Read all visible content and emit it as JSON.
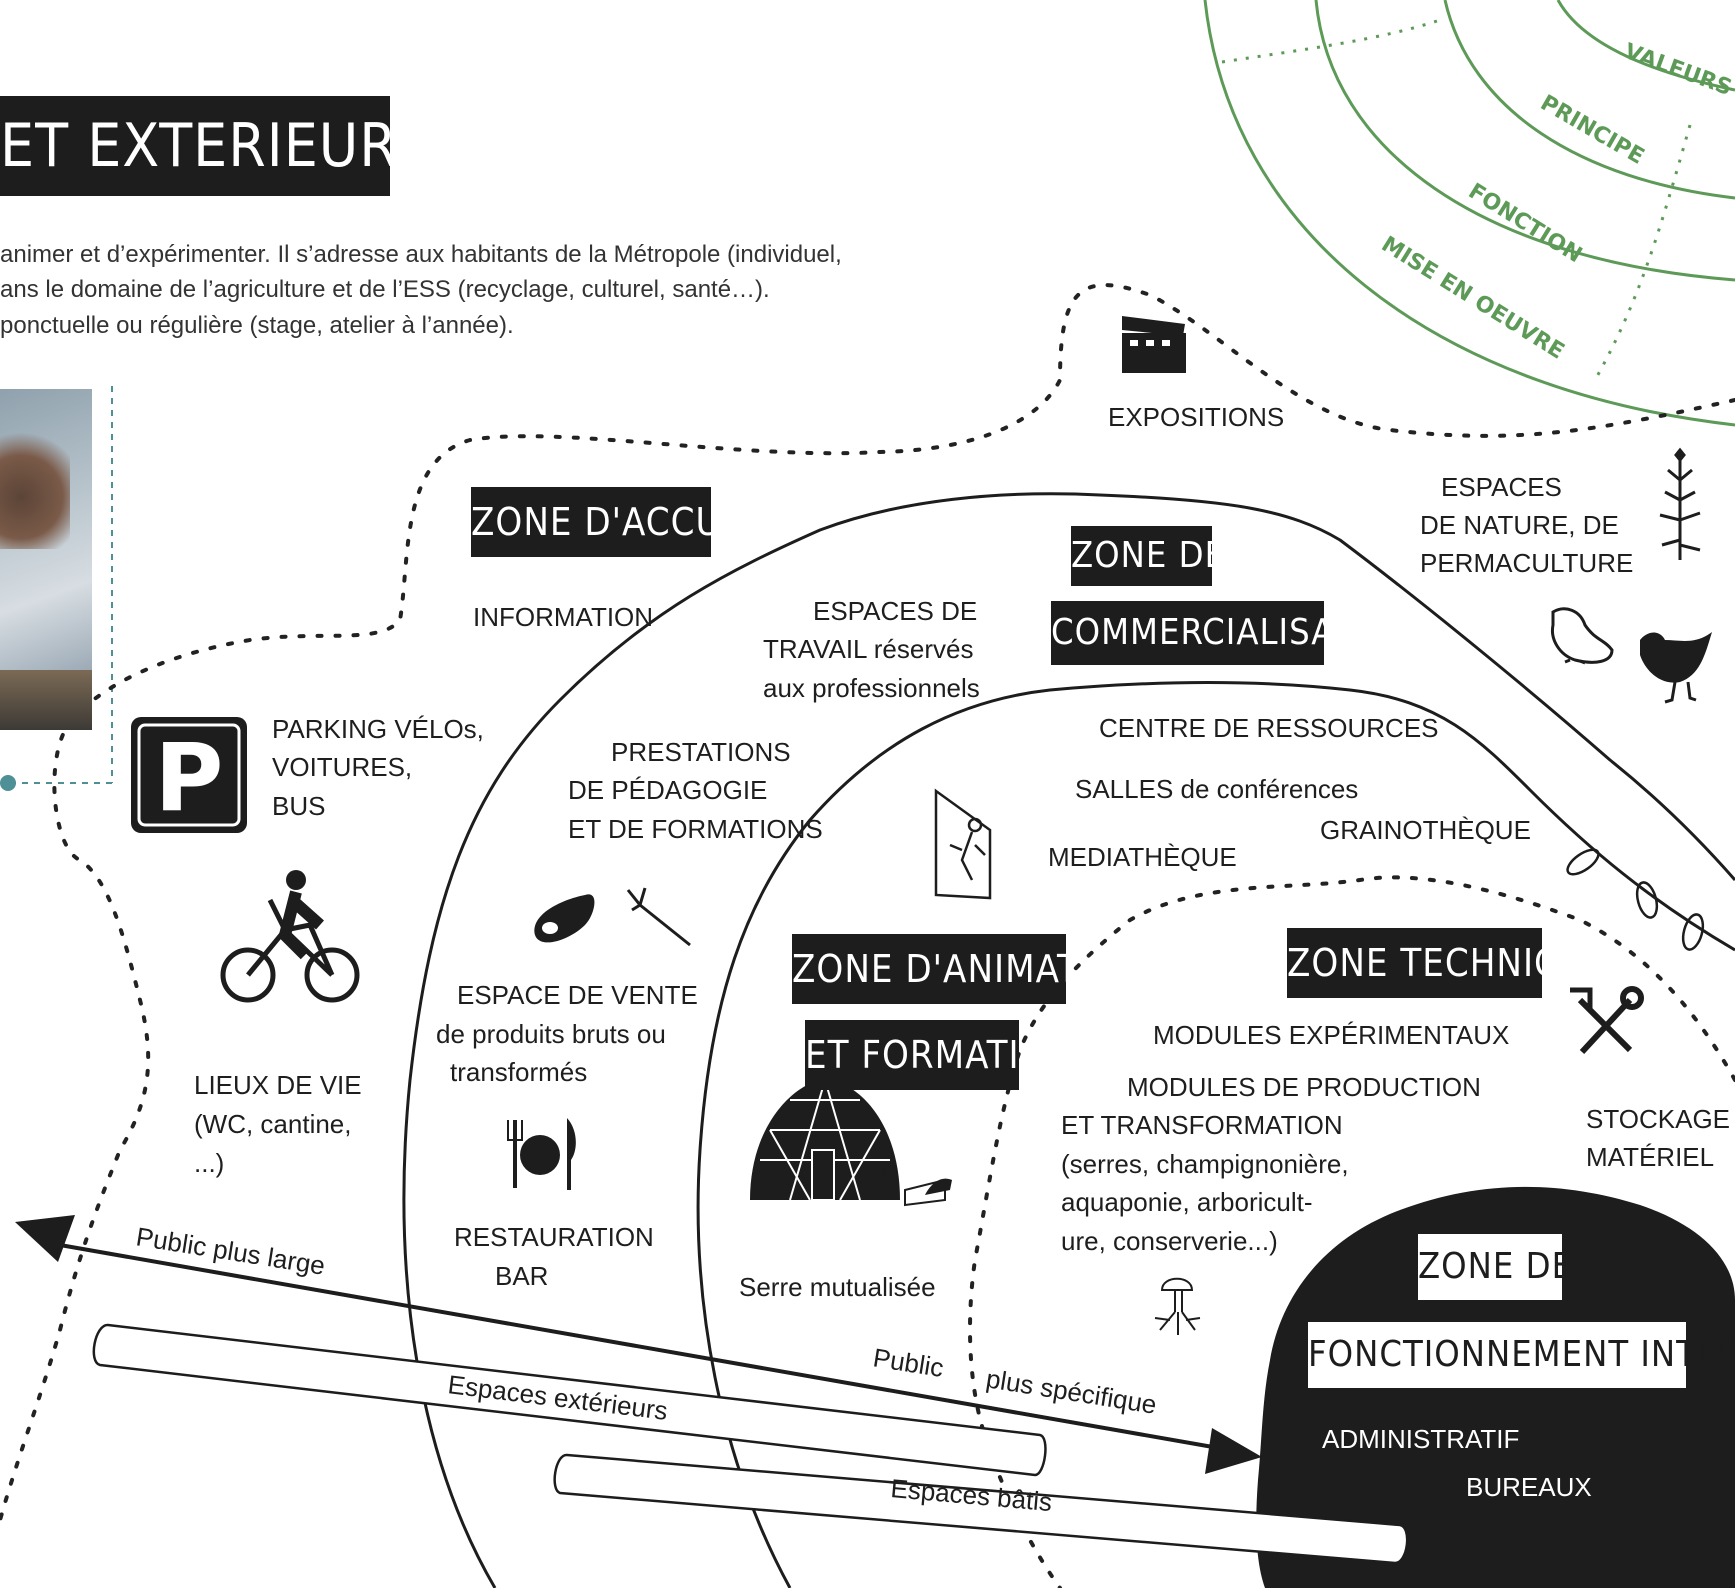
{
  "header": {
    "title": "ET EXTERIEURS)",
    "intro_lines": [
      "animer et d’expérimenter. Il s’adresse aux  habitants de la Métropole (individuel,",
      "ans le domaine de l’agriculture et de l’ESS (recyclage, culturel, santé…).",
      "ponctuelle ou régulière (stage, atelier à l’année)."
    ]
  },
  "legend_rings": [
    "VALEURS",
    "PRINCIPE",
    "FONCTION",
    "MISE EN OEUVRE"
  ],
  "zones": {
    "accueil": "ZONE D'ACCUEIL",
    "commercialisation_1": "ZONE DE",
    "commercialisation_2": "COMMERCIALISATION",
    "animation_1": "ZONE D'ANIMATION",
    "animation_2": "ET FORMATION",
    "technique": "ZONE TECHNIQUE",
    "interne_1": "ZONE DE",
    "interne_2": "FONCTIONNEMENT INTERNE"
  },
  "labels": {
    "expositions": "EXPOSITIONS",
    "nature_1": "ESPACES",
    "nature_2": "DE NATURE, DE",
    "nature_3": "PERMACULTURE",
    "information": "INFORMATION",
    "travail_1": "ESPACES DE",
    "travail_2": "TRAVAIL  réservés",
    "travail_3": "aux professionnels",
    "parking_1": "PARKING VÉLOs,",
    "parking_2": "VOITURES,",
    "parking_3": "BUS",
    "prestations_1": "PRESTATIONS",
    "prestations_2": "DE PÉDAGOGIE",
    "prestations_3": "ET DE FORMATIONS",
    "centre": "CENTRE DE RESSOURCES",
    "salles": "SALLES de conférences",
    "grainotheque": "GRAINOTHÈQUE",
    "mediatheque": "MEDIATHÈQUE",
    "vente_1": "ESPACE DE VENTE",
    "vente_2": "de produits bruts ou",
    "vente_3": "transformés",
    "lieux_1": "LIEUX DE VIE",
    "lieux_2": "(WC, cantine,",
    "lieux_3": "...)",
    "modules_exp": "MODULES EXPÉRIMENTAUX",
    "modules_prod_1": "MODULES DE PRODUCTION",
    "modules_prod_2": "ET TRANSFORMATION",
    "modules_prod_3": "(serres, champignonière,",
    "modules_prod_4": "aquaponie,  arboricult-",
    "modules_prod_5": "ure, conserverie...)",
    "stockage_1": "STOCKAGE",
    "stockage_2": "MATÉRIEL",
    "restauration_1": "RESTAURATION",
    "restauration_2": "BAR",
    "serre": "Serre mutualisée",
    "administratif": "ADMINISTRATIF",
    "bureaux": "BUREAUX"
  },
  "axis": {
    "public_large": "Public plus large",
    "public": "Public",
    "public_specifique": "plus spécifique",
    "espaces_exterieurs": "Espaces extérieurs",
    "espaces_batis": "Espaces bâtis"
  },
  "icons": {
    "parking": "P"
  },
  "colors": {
    "tag_bg": "#1d1d1d",
    "ring_green": "#5d9a58",
    "photo_dash": "#4f8f96",
    "ink": "#1e1e1e"
  }
}
